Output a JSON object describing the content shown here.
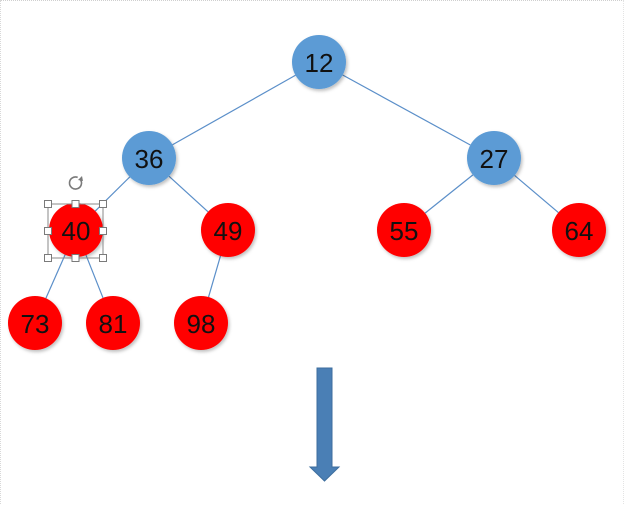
{
  "diagram": {
    "colors": {
      "upper_node": "#5b9bd5",
      "lower_node": "#ff0000",
      "edge": "#5b8fc9",
      "arrow": "#4a7fb5"
    },
    "nodes": [
      {
        "id": "n12",
        "label": "12",
        "group": "upper"
      },
      {
        "id": "n36",
        "label": "36",
        "group": "upper"
      },
      {
        "id": "n27",
        "label": "27",
        "group": "upper"
      },
      {
        "id": "n40",
        "label": "40",
        "group": "lower",
        "selected": true
      },
      {
        "id": "n49",
        "label": "49",
        "group": "lower"
      },
      {
        "id": "n55",
        "label": "55",
        "group": "lower"
      },
      {
        "id": "n64",
        "label": "64",
        "group": "lower"
      },
      {
        "id": "n73",
        "label": "73",
        "group": "lower"
      },
      {
        "id": "n81",
        "label": "81",
        "group": "lower"
      },
      {
        "id": "n98",
        "label": "98",
        "group": "lower"
      }
    ],
    "edges": [
      [
        "n12",
        "n36"
      ],
      [
        "n12",
        "n27"
      ],
      [
        "n36",
        "n40"
      ],
      [
        "n36",
        "n49"
      ],
      [
        "n27",
        "n55"
      ],
      [
        "n27",
        "n64"
      ],
      [
        "n40",
        "n73"
      ],
      [
        "n40",
        "n81"
      ],
      [
        "n49",
        "n98"
      ]
    ],
    "arrow": {
      "direction": "down",
      "icon": "down-arrow-icon"
    },
    "selection": {
      "icon": "rotate-handle-icon"
    }
  }
}
